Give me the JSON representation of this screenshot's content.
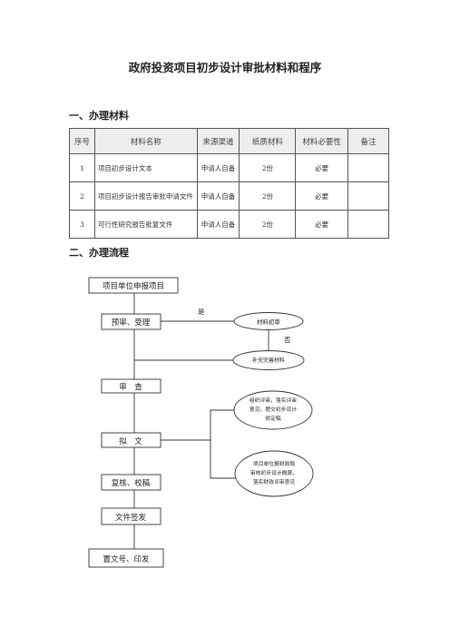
{
  "title": "政府投资项目初步设计审批材料和程序",
  "section1": {
    "heading": "一、办理材料"
  },
  "table": {
    "headers": [
      "序号",
      "材料名称",
      "来源渠道",
      "纸质材料",
      "材料必要性",
      "备注"
    ],
    "rows": [
      {
        "no": "1",
        "name": "项目初步设计文本",
        "source": "申请人自备",
        "paper": "2份",
        "necessity": "必要",
        "remark": ""
      },
      {
        "no": "2",
        "name": "项目初步设计报告审批申请文件",
        "source": "申请人自备",
        "paper": "2份",
        "necessity": "必要",
        "remark": ""
      },
      {
        "no": "3",
        "name": "可行性研究报告批复文件",
        "source": "申请人自备",
        "paper": "2份",
        "necessity": "必要",
        "remark": ""
      }
    ]
  },
  "section2": {
    "heading": "二、办理流程"
  },
  "flow": {
    "step_apply": "项目单位申报项目",
    "step_accept": "预审、受理",
    "step_review": "审　查",
    "step_draft": "拟　文",
    "step_recheck": "复核、校稿",
    "step_sign": "文件签发",
    "step_issue": "置文号、印发",
    "ellipse_initial": "材料初审",
    "ellipse_supplement": "补充完善材料",
    "label_yes": "是",
    "label_no": "否",
    "ellipse_expert_lines": [
      "组织评审，落实评审",
      "意见，提交初步设计",
      "修定稿"
    ],
    "ellipse_unit_lines": [
      "项目单位报财政局",
      "审核初步设计概算，",
      "落实财政评审意见"
    ]
  }
}
